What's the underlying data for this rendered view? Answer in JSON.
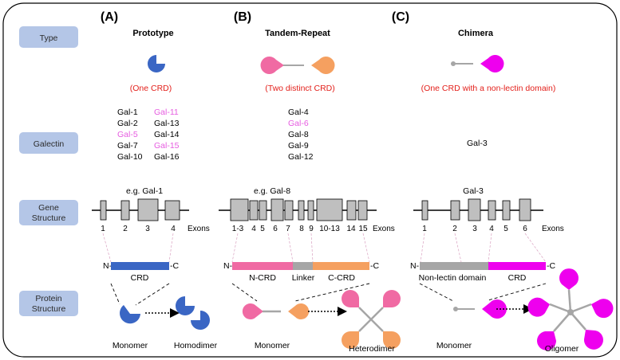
{
  "panels": {
    "a": {
      "letter": "(A)",
      "title": "Prototype",
      "crd_note": "(One CRD)",
      "galectins": [
        {
          "name": "Gal-1",
          "highlight": false
        },
        {
          "name": "Gal-2",
          "highlight": false
        },
        {
          "name": "Gal-5",
          "highlight": true
        },
        {
          "name": "Gal-7",
          "highlight": false
        },
        {
          "name": "Gal-10",
          "highlight": false
        },
        {
          "name": "Gal-11",
          "highlight": true
        },
        {
          "name": "Gal-13",
          "highlight": false
        },
        {
          "name": "Gal-14",
          "highlight": false
        },
        {
          "name": "Gal-15",
          "highlight": true
        },
        {
          "name": "Gal-16",
          "highlight": false
        }
      ],
      "gene_example": "e.g. Gal-1",
      "exon_numbers": [
        "1",
        "2",
        "3",
        "4"
      ],
      "exons_label": "Exons",
      "n_term": "N-",
      "c_term": "-C",
      "domains": [
        "CRD"
      ],
      "monomer_label": "Monomer",
      "multimer_label": "Homodimer"
    },
    "b": {
      "letter": "(B)",
      "title": "Tandem-Repeat",
      "crd_note": "(Two distinct CRD)",
      "galectins": [
        {
          "name": "Gal-4",
          "highlight": false
        },
        {
          "name": "Gal-6",
          "highlight": true
        },
        {
          "name": "Gal-8",
          "highlight": false
        },
        {
          "name": "Gal-9",
          "highlight": false
        },
        {
          "name": "Gal-12",
          "highlight": false
        }
      ],
      "gene_example": "e.g. Gal-8",
      "exon_numbers": [
        "1-3",
        "4",
        "5",
        "6",
        "7",
        "8",
        "9",
        "10-13",
        "14",
        "15"
      ],
      "exons_label": "Exons",
      "n_term": "N-",
      "c_term": "-C",
      "domains": [
        "N-CRD",
        "Linker",
        "C-CRD"
      ],
      "monomer_label": "Monomer",
      "multimer_label": "Heterodimer"
    },
    "c": {
      "letter": "(C)",
      "title": "Chimera",
      "crd_note": "(One CRD with a non-lectin domain)",
      "galectins": [
        {
          "name": "Gal-3",
          "highlight": false
        }
      ],
      "gene_example": "Gal-3",
      "exon_numbers": [
        "1",
        "2",
        "3",
        "4",
        "5",
        "6"
      ],
      "exons_label": "Exons",
      "n_term": "N-",
      "c_term": "-C",
      "domains": [
        "Non-lectin domain",
        "CRD"
      ],
      "monomer_label": "Monomer",
      "multimer_label": "Oligomer"
    }
  },
  "row_labels": {
    "type": "Type",
    "galectin": "Galectin",
    "gene_structure": [
      "Gene",
      "Structure"
    ],
    "protein_structure": [
      "Protein",
      "Structure"
    ]
  },
  "colors": {
    "row_label_bg": "#b4c6e7",
    "crd_blue": "#3a66c4",
    "ncrd_pink": "#f06aa3",
    "ccrd_orange": "#f5a060",
    "chimera_magenta": "#ee00ee",
    "linker_gray": "#a6a6a6",
    "exon_gray": "#bfbfbf",
    "red_text": "#e3201b",
    "pink_text": "#e65ce0"
  }
}
